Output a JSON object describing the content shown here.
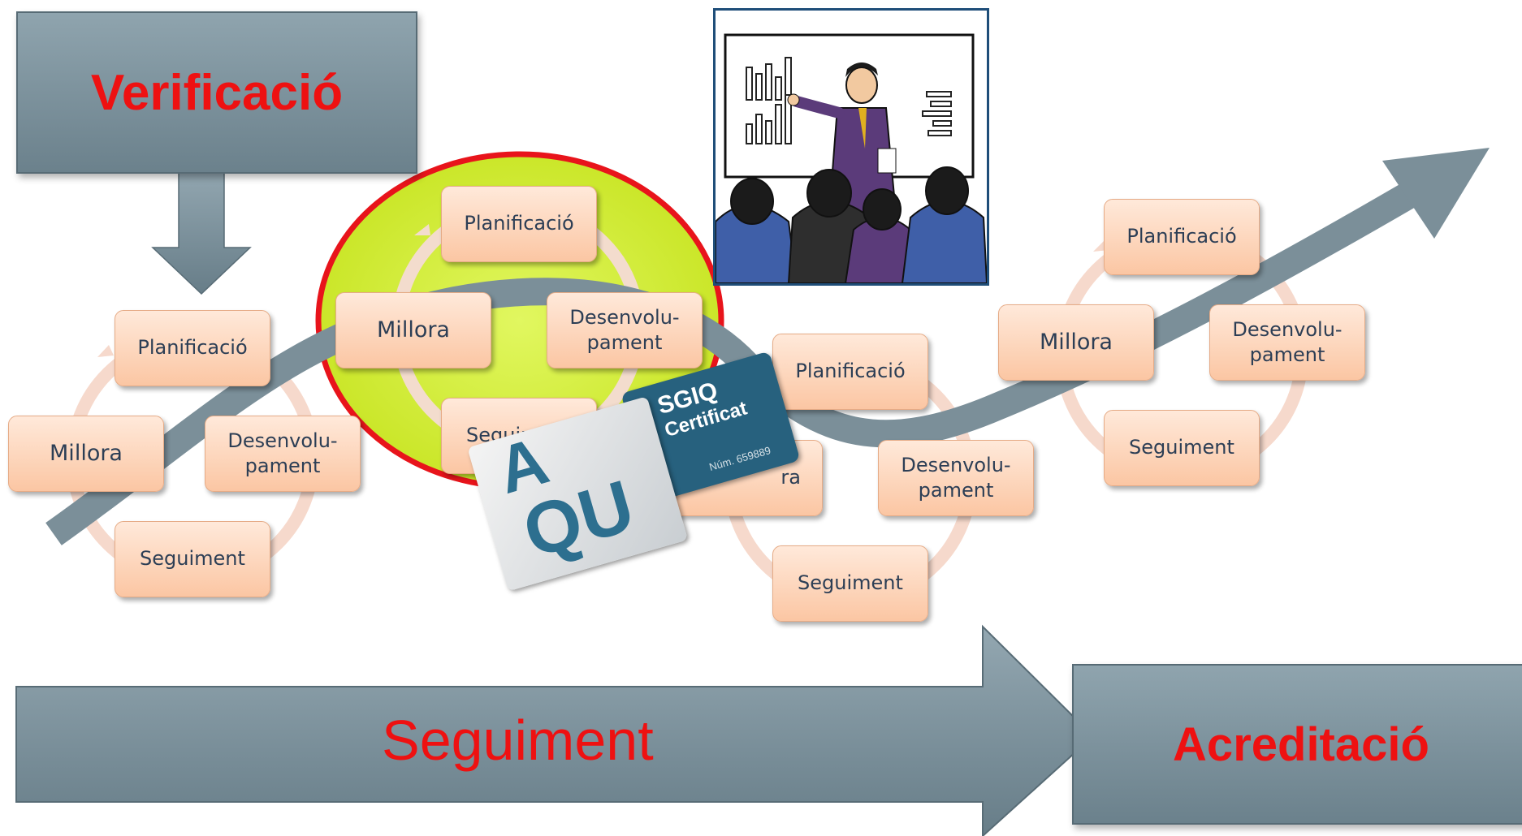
{
  "colors": {
    "slate": "#7b8f99",
    "box_fill_top": "#ffe9da",
    "box_fill_bottom": "#fbc6a3",
    "box_text": "#2c3e55",
    "highlight_green": "#d7f23a",
    "highlight_ring": "#e8141b",
    "heading_red": "#ee1111",
    "badge_blue": "#27617e"
  },
  "verificacio": {
    "label": "Verificació"
  },
  "cycle_1": {
    "planificacio": "Planificació",
    "desenvolupament_l1": "Desenvolu-",
    "desenvolupament_l2": "pament",
    "seguiment": "Seguiment",
    "millora": "Millora"
  },
  "cycle_2": {
    "planificacio": "Planificació",
    "desenvolupament_l1": "Desenvolu-",
    "desenvolupament_l2": "pament",
    "seguiment": "Seguiment",
    "millora": "Millora"
  },
  "cycle_3": {
    "planificacio": "Planificació",
    "desenvolupament_l1": "Desenvolu-",
    "desenvolupament_l2": "pament",
    "seguiment": "Seguiment",
    "millora_partial": "ra"
  },
  "cycle_4": {
    "planificacio": "Planificació",
    "desenvolupament_l1": "Desenvolu-",
    "desenvolupament_l2": "pament",
    "seguiment": "Seguiment",
    "millora": "Millora"
  },
  "badge": {
    "line1": "SGIQ",
    "line2": "Certificat",
    "number": "Núm. 659889",
    "logo_a": "A",
    "logo_qu": "QU"
  },
  "bottom_arrow": {
    "label": "Seguiment"
  },
  "acreditacio": {
    "label": "Acreditació"
  },
  "icons": [
    "presentation-picture",
    "sgiq-badge"
  ]
}
